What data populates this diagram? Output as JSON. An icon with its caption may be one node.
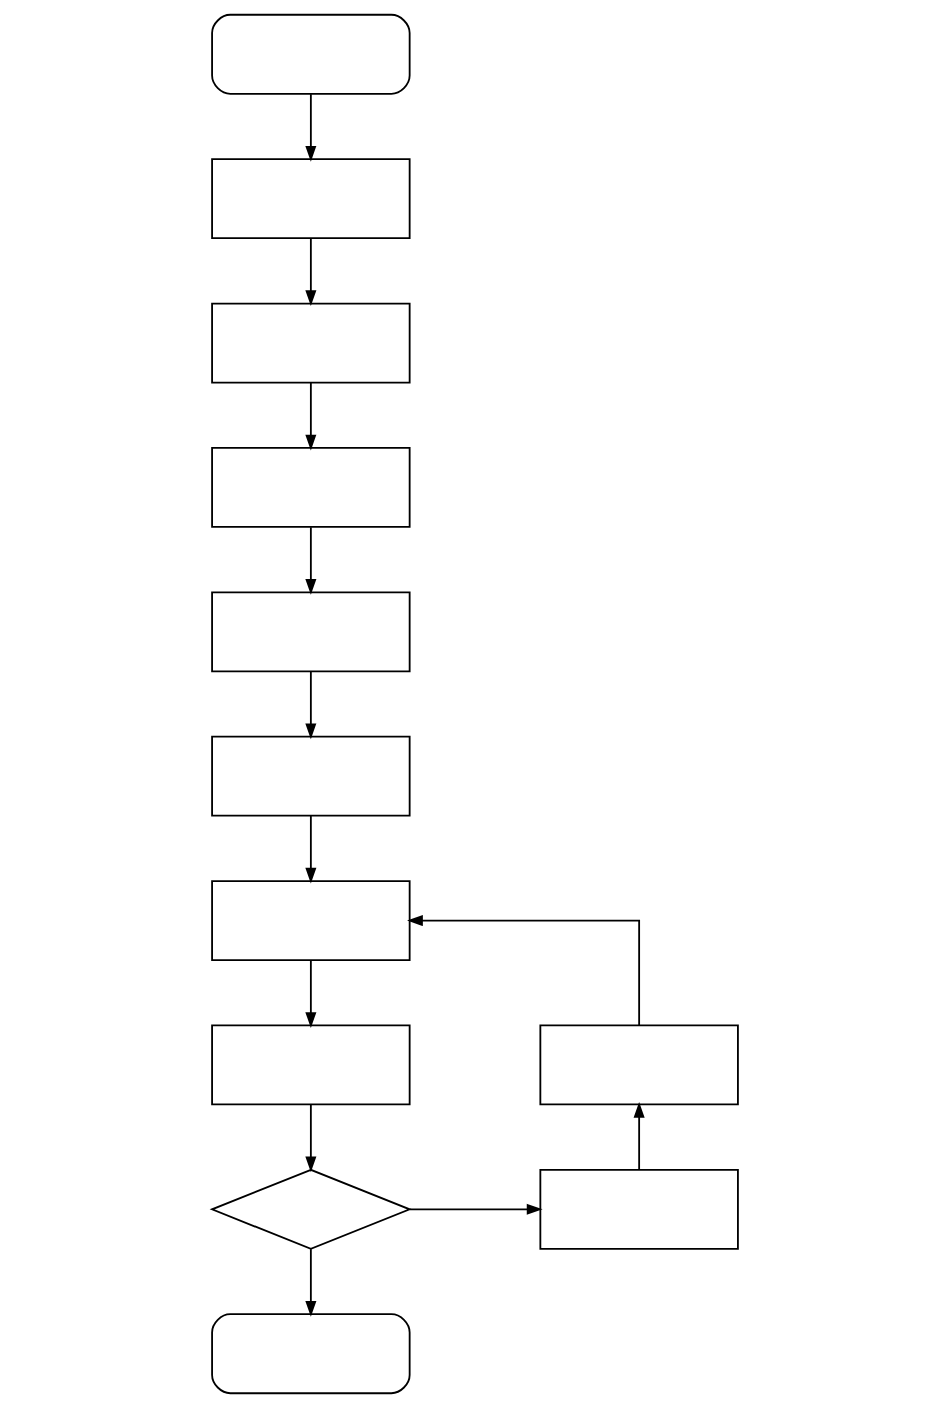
{
  "diagram": {
    "nodes": [
      {
        "text": [],
        "shape": "oval"
      },
      {
        "text": [],
        "shape": "box"
      },
      {
        "text": [],
        "shape": "box"
      },
      {
        "text": [],
        "shape": "box"
      },
      {
        "text": [],
        "shape": "box"
      },
      {
        "text": [],
        "shape": "box"
      },
      {
        "text": [],
        "shape": "box"
      },
      {
        "text": [],
        "shape": "box"
      },
      {
        "text": [],
        "shape": "diamond"
      },
      {
        "text": [],
        "shape": "oval"
      },
      {
        "text": [],
        "shape": "box"
      },
      {
        "text": [],
        "shape": "box"
      }
    ],
    "edges": [
      {
        "from": 0,
        "to": 1,
        "arrow": "to"
      },
      {
        "from": 1,
        "to": 2,
        "arrow": "to"
      },
      {
        "from": 2,
        "to": 3,
        "arrow": "to"
      },
      {
        "from": 3,
        "to": 4,
        "arrow": "to"
      },
      {
        "from": 4,
        "to": 5,
        "arrow": "to"
      },
      {
        "from": 5,
        "to": 6,
        "arrow": "to"
      },
      {
        "from": 6,
        "to": 7,
        "arrow": "to"
      },
      {
        "from": 7,
        "to": 8,
        "arrow": "to"
      },
      {
        "from": 8,
        "to": 9,
        "arrow": "to"
      },
      {
        "from": 8,
        "to": 11,
        "arrow": "to"
      },
      {
        "from": 11,
        "to": 10,
        "arrow": "to"
      },
      {
        "from": 10,
        "to": 6,
        "arrow": "to"
      }
    ]
  }
}
